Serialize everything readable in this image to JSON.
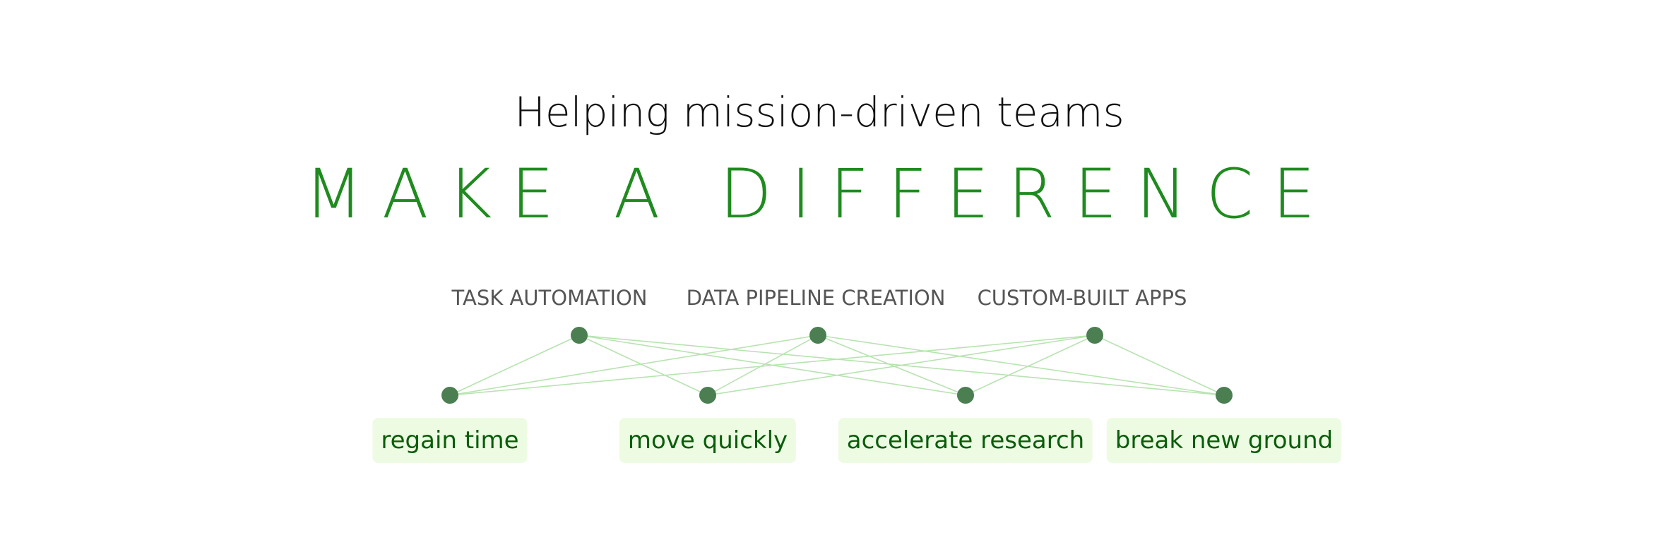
{
  "subtitle": "Helping mission-driven teams",
  "headline": "MAKE A DIFFERENCE",
  "top_labels": [
    "TASK AUTOMATION",
    "DATA PIPELINE CREATION",
    "CUSTOM-BUILT APPS"
  ],
  "outcomes": [
    "regain time",
    "move quickly",
    "accelerate research",
    "break new ground"
  ],
  "colors": {
    "accent": "#1f8b1f",
    "node": "#4b7f52",
    "edge": "#b7e3b0",
    "pill_bg": "#edfbe3",
    "pill_text": "#0a5d0a"
  }
}
